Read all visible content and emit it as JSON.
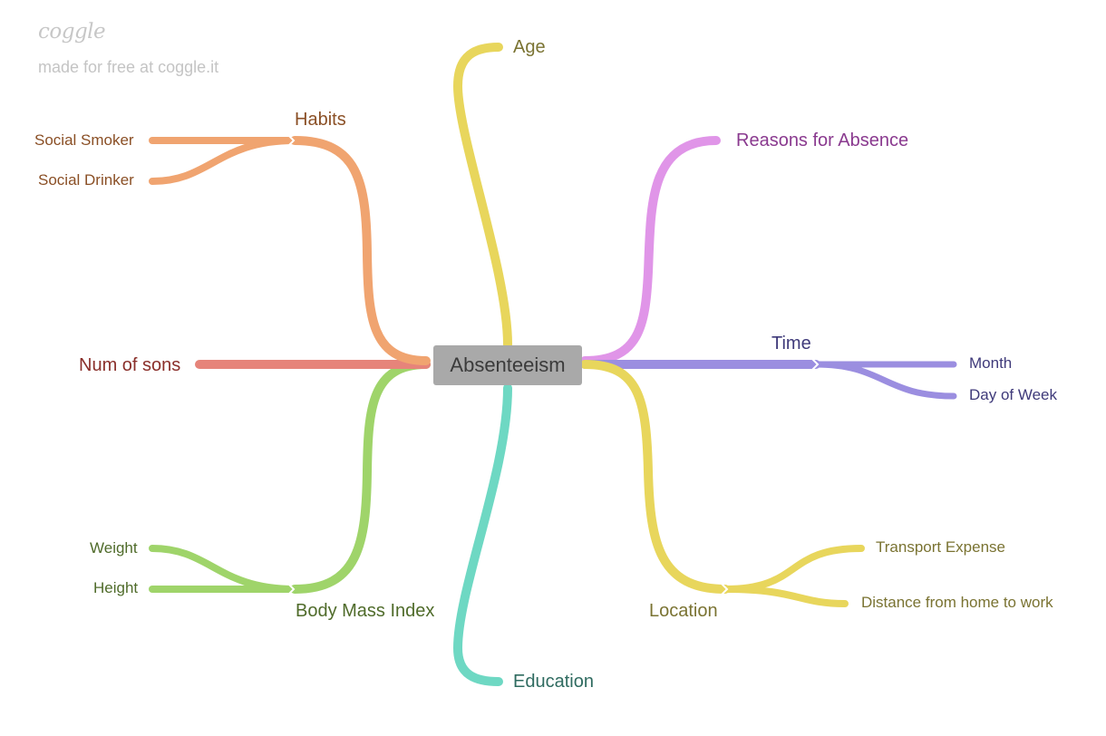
{
  "branding": {
    "logo_text": "coggle",
    "tagline": "made for free at coggle.it"
  },
  "mindmap": {
    "center": "Absenteeism",
    "nodes": {
      "age": "Age",
      "reasons": "Reasons for Absence",
      "time": "Time",
      "month": "Month",
      "day_of_week": "Day of Week",
      "location": "Location",
      "transport_expense": "Transport Expense",
      "distance": "Distance from home to work",
      "education": "Education",
      "bmi": "Body Mass Index",
      "weight": "Weight",
      "height": "Height",
      "num_sons": "Num of sons",
      "habits": "Habits",
      "social_smoker": "Social Smoker",
      "social_drinker": "Social Drinker"
    }
  },
  "colors": {
    "age": "#e8d65c",
    "reasons": "#e095e8",
    "time": "#9b8ee0",
    "location": "#e8d65c",
    "education": "#6ed8c3",
    "bmi": "#9fd46a",
    "num_sons": "#e6847a",
    "habits": "#f0a470",
    "center": "#a9a9a9"
  }
}
